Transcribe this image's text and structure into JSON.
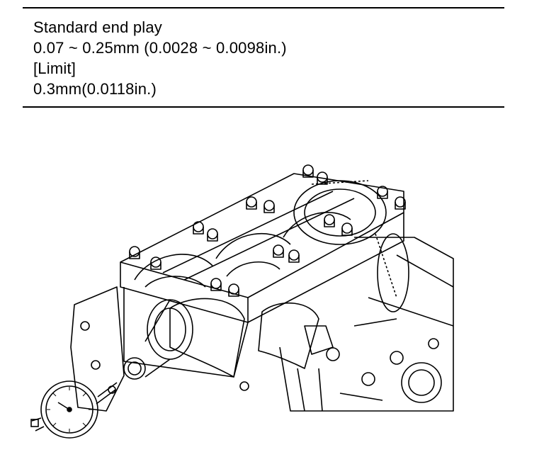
{
  "spec": {
    "lines": [
      "Standard end play",
      "0.07 ~ 0.25mm (0.0028 ~ 0.0098in.)",
      "[Limit]",
      "0.3mm(0.0118in.)"
    ]
  },
  "illustration": {
    "icons": [
      "engine-block-drawing",
      "dial-gauge-icon"
    ]
  }
}
